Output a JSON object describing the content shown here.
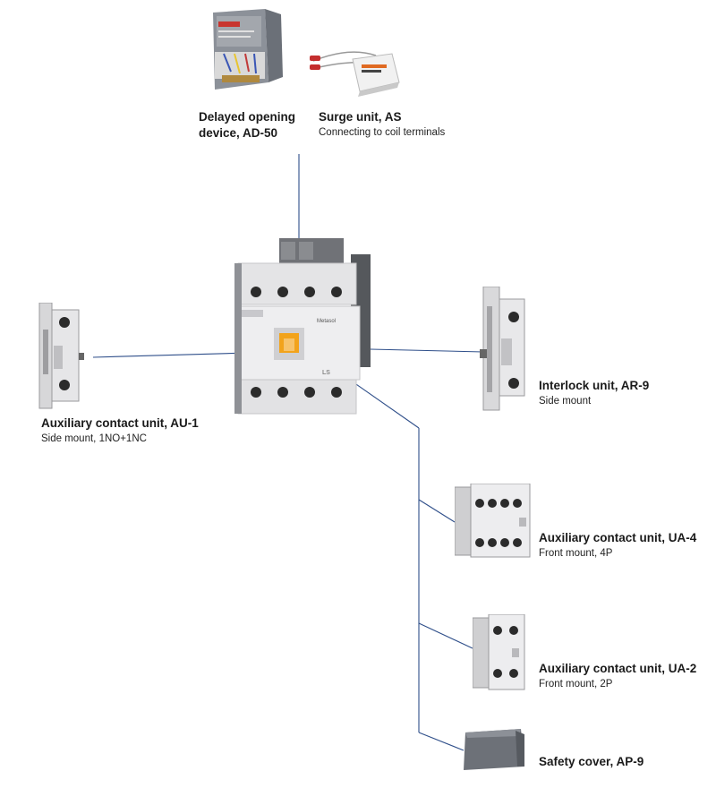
{
  "accessories": {
    "ad50": {
      "title_line1": "Delayed opening",
      "title_line2": "device, AD-50"
    },
    "as": {
      "title": "Surge unit, AS",
      "subtitle": "Connecting to coil terminals"
    },
    "au1": {
      "title": "Auxiliary contact unit, AU-1",
      "subtitle": "Side mount, 1NO+1NC"
    },
    "ar9": {
      "title": "Interlock unit, AR-9",
      "subtitle": "Side mount"
    },
    "ua4": {
      "title": "Auxiliary contact unit, UA-4",
      "subtitle": "Front mount, 4P"
    },
    "ua2": {
      "title": "Auxiliary contact unit, UA-2",
      "subtitle": "Front mount, 2P"
    },
    "ap9": {
      "title": "Safety cover, AP-9"
    }
  },
  "contactor": {
    "brand_label": "Metasol",
    "logo_text": "LS"
  },
  "colors": {
    "connector": "#2f4f8a",
    "device_body": "#e9e9eb",
    "device_dark": "#6d6f73",
    "operator": "#f2a31b"
  }
}
